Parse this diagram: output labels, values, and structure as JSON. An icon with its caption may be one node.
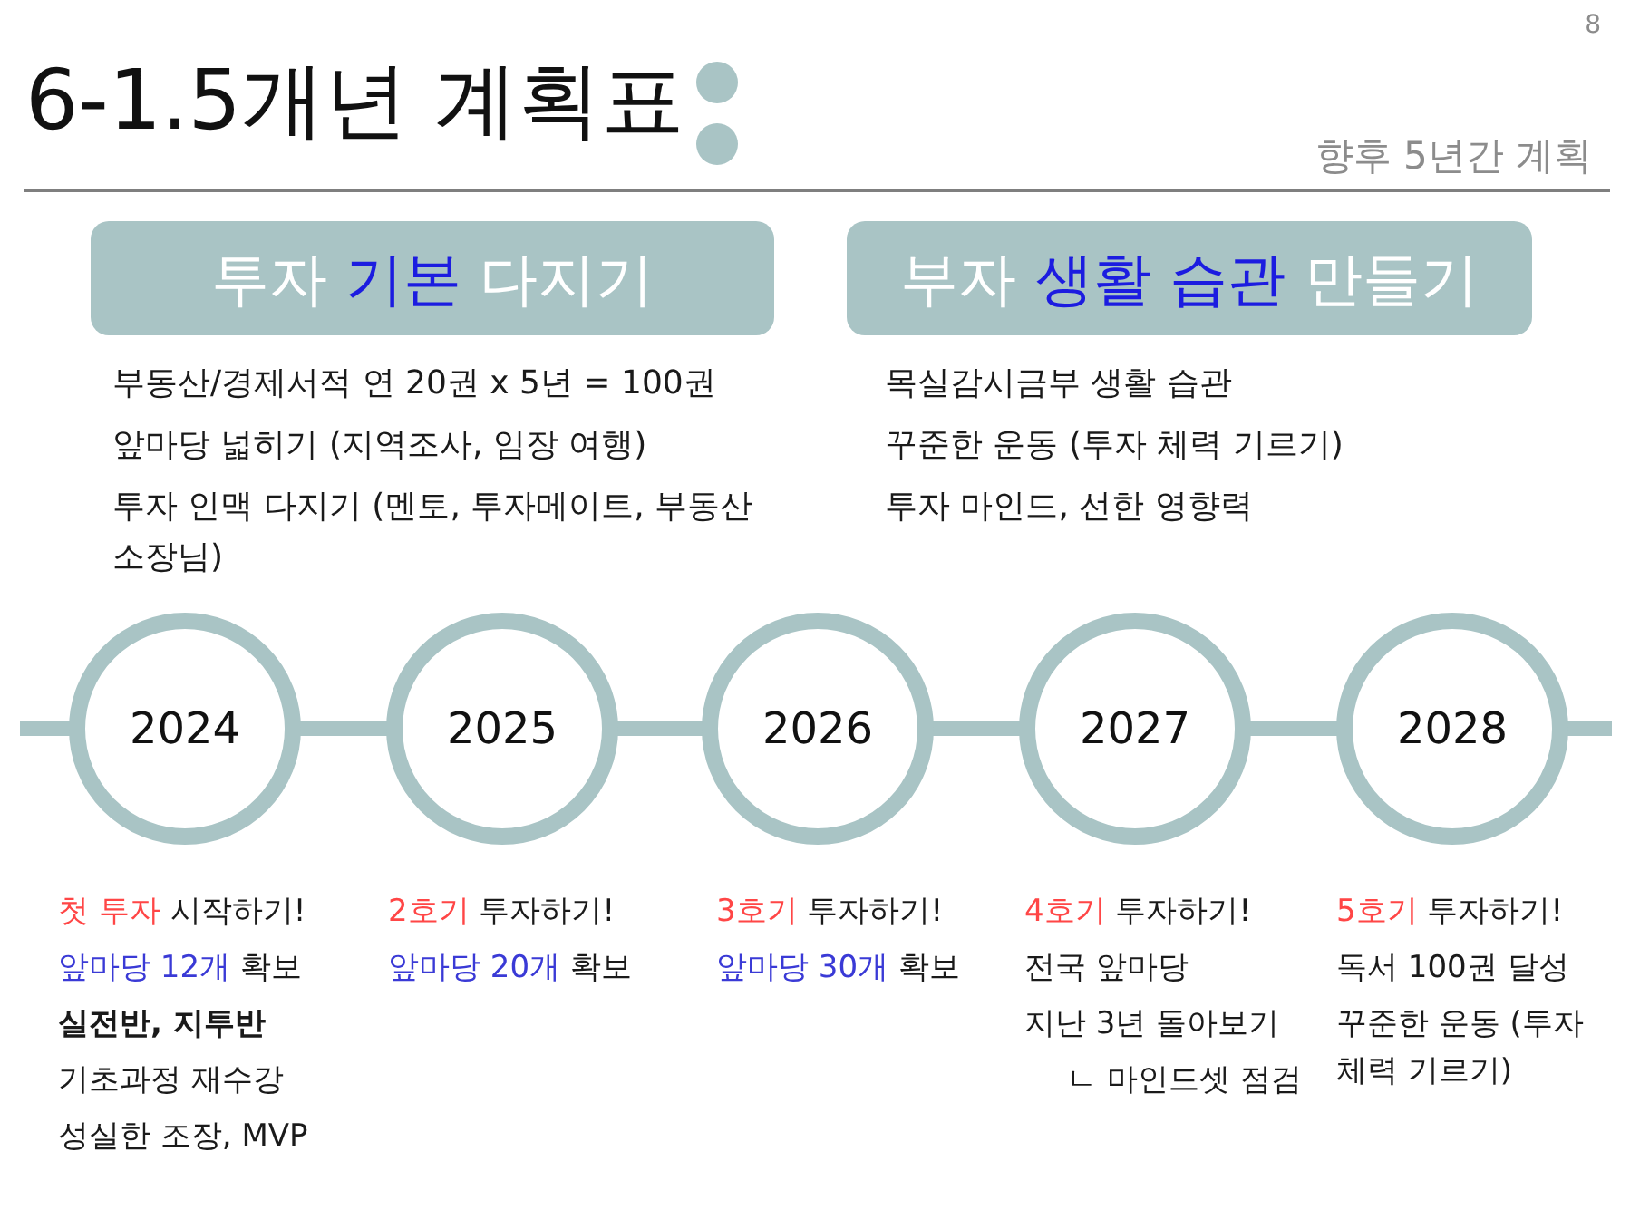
{
  "diagram": {
    "title": "6-1.5개년 계획표",
    "nodes": [
      {
        "text": [
          "투자 기본 다지기"
        ],
        "beside": [
          "부동산/경제서적 연 20권 x 5년 = 100권",
          "앞마당 넓히기 (지역조사, 임장 여행)",
          "투자 인맥 다지기 (멘토, 투자메이트, 부동산 소장님)"
        ]
      },
      {
        "text": [
          "부자 생활 습관 만들기"
        ],
        "beside": [
          "목실감시금부 생활 습관",
          "꾸준한 운동 (투자 체력 기르기)",
          "투자 마인드, 선한 영향력"
        ]
      },
      {
        "text": [
          "2024"
        ],
        "beside": [
          "첫 투자 시작하기!",
          "앞마당 12개 확보",
          "실전반, 지투반",
          "기초과정 재수강",
          "성실한 조장, MVP"
        ]
      },
      {
        "text": [
          "2025"
        ],
        "beside": [
          "2호기 투자하기!",
          "앞마당 20개 확보"
        ]
      },
      {
        "text": [
          "2026"
        ],
        "beside": [
          "3호기 투자하기!",
          "앞마당 30개 확보"
        ]
      },
      {
        "text": [
          "2027"
        ],
        "beside": [
          "4호기 투자하기!",
          "전국 앞마당",
          "지난 3년 돌아보기",
          "ㄴ 마인드셋 점검"
        ]
      },
      {
        "text": [
          "2028"
        ],
        "beside": [
          "5호기 투자하기!",
          "독서 100권 달성",
          "꾸준한 운동 (투자 체력 기르기)"
        ]
      }
    ],
    "edges": [
      {
        "from": null,
        "to": 2,
        "arrow": "none"
      },
      {
        "from": 2,
        "to": 3,
        "arrow": "none"
      },
      {
        "from": 3,
        "to": 4,
        "arrow": "none"
      },
      {
        "from": 4,
        "to": 5,
        "arrow": "none"
      },
      {
        "from": 5,
        "to": 6,
        "arrow": "none"
      },
      {
        "from": 6,
        "to": null,
        "arrow": "none"
      }
    ],
    "labels": [
      "8",
      "향후 5년간 계획"
    ]
  }
}
